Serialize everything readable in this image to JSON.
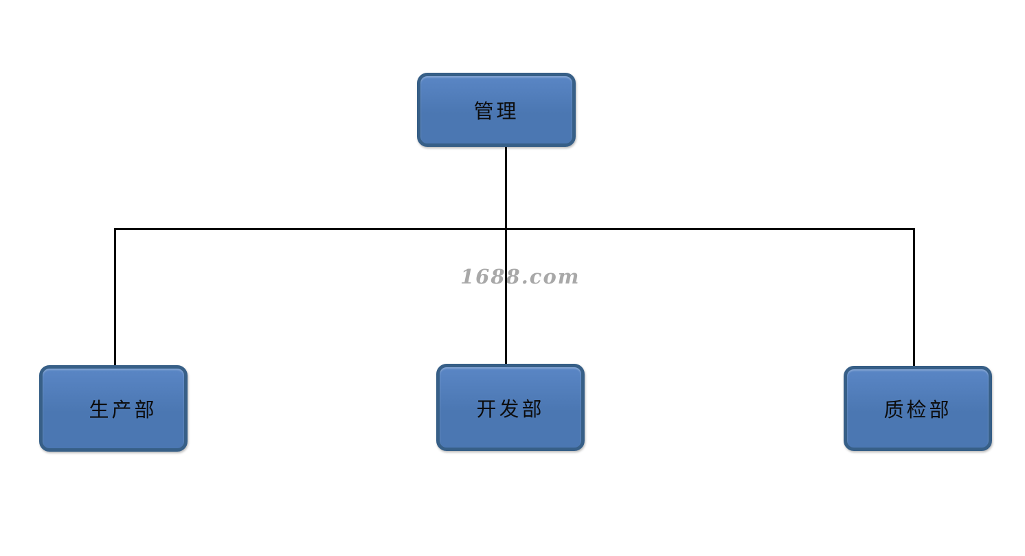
{
  "diagram": {
    "type": "org-chart",
    "nodes": {
      "root": {
        "id": "management",
        "label": "管理"
      },
      "children": [
        {
          "id": "production",
          "label": "生产部"
        },
        {
          "id": "development",
          "label": "开发部"
        },
        {
          "id": "quality",
          "label": "质检部"
        }
      ]
    },
    "edges": [
      {
        "from": "management",
        "to": "production"
      },
      {
        "from": "management",
        "to": "development"
      },
      {
        "from": "management",
        "to": "quality"
      }
    ]
  },
  "watermark": {
    "text": "1688.com"
  },
  "colors": {
    "background": "#ffffff",
    "box_fill": "#4b77b2",
    "box_fill_light": "#5a86c5",
    "box_border": "#375f87",
    "connector": "#000000",
    "watermark_color": "#a8a8a8",
    "label_color": "#0d0d0d"
  }
}
